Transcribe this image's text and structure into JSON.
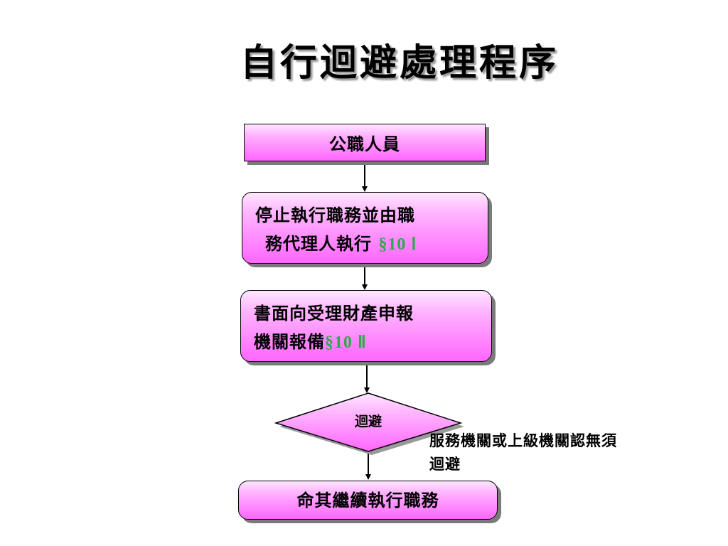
{
  "title": "自行迴避處理程序",
  "nodes": {
    "official": "公職人員",
    "suspend_line1": "停止執行職務並由職",
    "suspend_line2": "務代理人執行",
    "suspend_cite": "§10 Ⅰ",
    "report_line1": "書面向受理財產申報",
    "report_line2": "機關報備",
    "report_cite": "§10 Ⅱ",
    "decision": "迴避",
    "continue": "命其繼續執行職務"
  },
  "side_note": {
    "line1": "服務機關或上級機關認無須",
    "line2": "迴避"
  },
  "colors": {
    "box_fill_light": "#ffe6ff",
    "box_fill_dark": "#ff66ff",
    "citation": "#2ea84a",
    "shadow": "#7a7a7a"
  }
}
